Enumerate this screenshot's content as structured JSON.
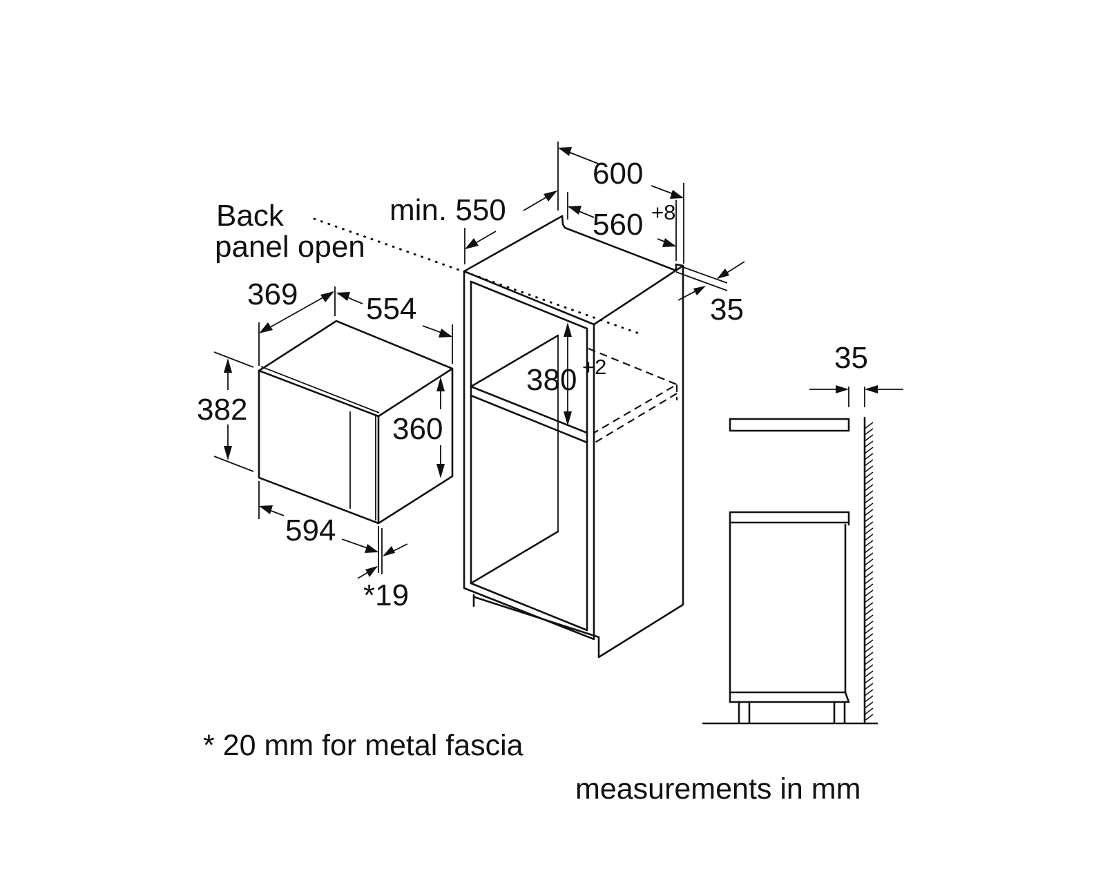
{
  "diagram": {
    "labels": {
      "back_panel_line1": "Back",
      "back_panel_line2": "panel open",
      "min_550": "min. 550",
      "dim_600": "600",
      "dim_560": "560",
      "dim_560_tol": "+8",
      "dim_35_top": "35",
      "dim_380": "380",
      "dim_380_tol": "+2",
      "dim_369": "369",
      "dim_554": "554",
      "dim_382": "382",
      "dim_360": "360",
      "dim_594": "594",
      "dim_19": "*19",
      "dim_35_side": "35"
    },
    "footnote": "* 20 mm for metal fascia",
    "units_note": "measurements in mm"
  }
}
